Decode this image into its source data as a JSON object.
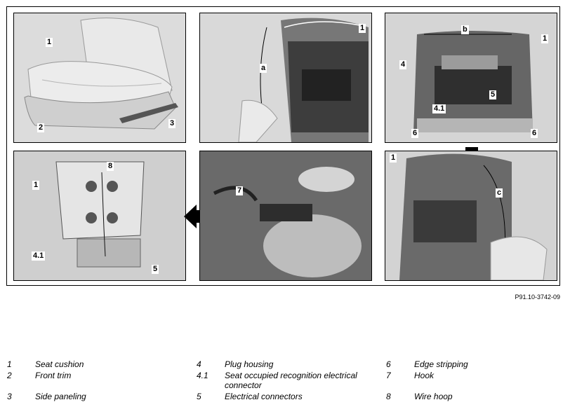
{
  "reference": "P91.10-3742-09",
  "panels": [
    {
      "callouts": [
        "1",
        "2",
        "3"
      ]
    },
    {
      "callouts": [
        "1",
        "a"
      ]
    },
    {
      "callouts": [
        "b",
        "1",
        "4",
        "4.1",
        "5",
        "6",
        "6"
      ]
    },
    {
      "callouts": [
        "1",
        "8",
        "4.1",
        "5"
      ]
    },
    {
      "callouts": [
        "7"
      ]
    },
    {
      "callouts": [
        "1",
        "c"
      ]
    }
  ],
  "legend": [
    {
      "num": "1",
      "text": "Seat cushion"
    },
    {
      "num": "2",
      "text": "Front trim"
    },
    {
      "num": "3",
      "text": "Side paneling"
    },
    {
      "num": "4",
      "text": "Plug housing"
    },
    {
      "num": "4.1",
      "text": "Seat occupied recognition electrical connector"
    },
    {
      "num": "5",
      "text": "Electrical connectors"
    },
    {
      "num": "6",
      "text": "Edge stripping"
    },
    {
      "num": "7",
      "text": "Hook"
    },
    {
      "num": "8",
      "text": "Wire hoop"
    }
  ]
}
